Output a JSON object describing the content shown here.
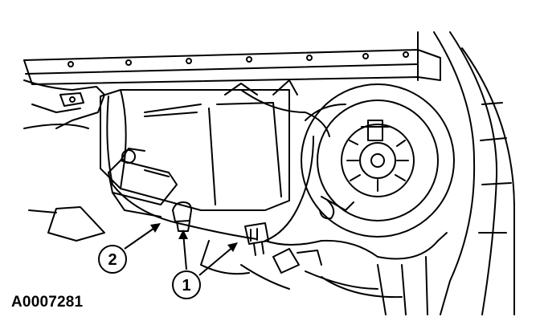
{
  "figure_id": "A0007281",
  "callouts": [
    {
      "label": "2"
    },
    {
      "label": "1"
    },
    {
      "label": "1"
    }
  ],
  "colors": {
    "ink": "#000000",
    "paper": "#ffffff"
  }
}
